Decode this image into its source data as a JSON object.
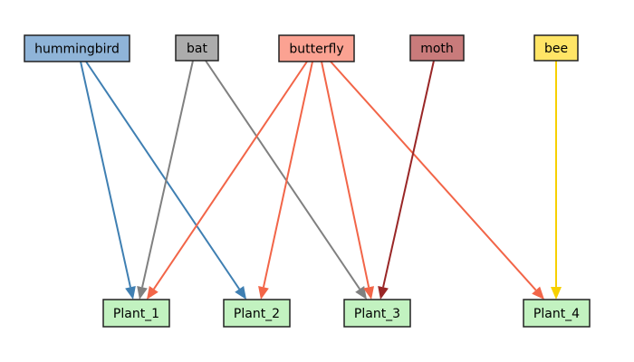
{
  "pollinators": [
    {
      "id": "hummingbird",
      "label": "hummingbird",
      "fill": "#8fb4d8",
      "edge_color": "#3f7fb2"
    },
    {
      "id": "bat",
      "label": "bat",
      "fill": "#acacac",
      "edge_color": "#808080"
    },
    {
      "id": "butterfly",
      "label": "butterfly",
      "fill": "#fba292",
      "edge_color": "#f26548"
    },
    {
      "id": "moth",
      "label": "moth",
      "fill": "#c97b7b",
      "edge_color": "#992626"
    },
    {
      "id": "bee",
      "label": "bee",
      "fill": "#ffe566",
      "edge_color": "#f7d000"
    }
  ],
  "plants": [
    {
      "id": "Plant_1",
      "label": "Plant_1",
      "fill": "#c2f2c0"
    },
    {
      "id": "Plant_2",
      "label": "Plant_2",
      "fill": "#c2f2c0"
    },
    {
      "id": "Plant_3",
      "label": "Plant_3",
      "fill": "#c2f2c0"
    },
    {
      "id": "Plant_4",
      "label": "Plant_4",
      "fill": "#c2f2c0"
    }
  ],
  "edges": [
    {
      "from": "hummingbird",
      "to": "Plant_1"
    },
    {
      "from": "hummingbird",
      "to": "Plant_2"
    },
    {
      "from": "bat",
      "to": "Plant_1"
    },
    {
      "from": "bat",
      "to": "Plant_3"
    },
    {
      "from": "butterfly",
      "to": "Plant_1"
    },
    {
      "from": "butterfly",
      "to": "Plant_2"
    },
    {
      "from": "butterfly",
      "to": "Plant_3"
    },
    {
      "from": "butterfly",
      "to": "Plant_4"
    },
    {
      "from": "moth",
      "to": "Plant_3"
    },
    {
      "from": "bee",
      "to": "Plant_4"
    }
  ]
}
